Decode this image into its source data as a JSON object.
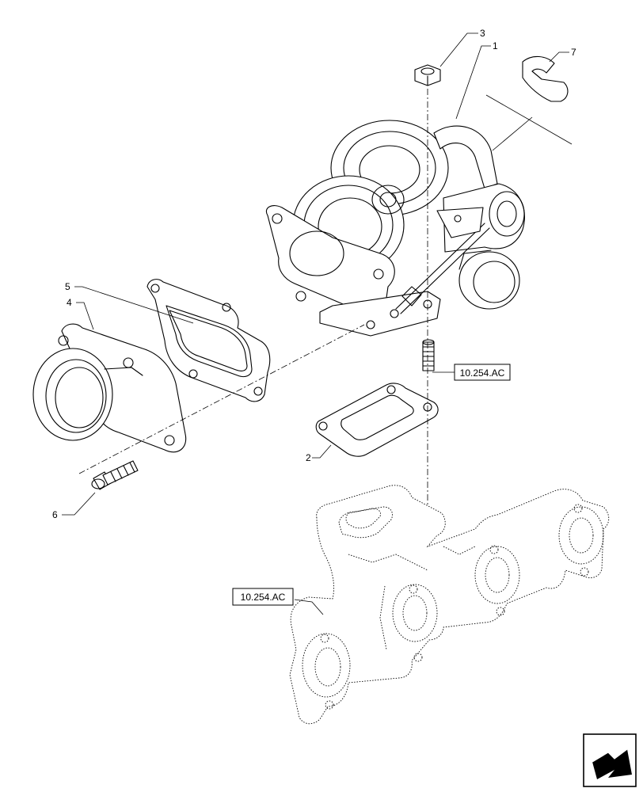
{
  "callouts": [
    {
      "id": "c1",
      "number": "1"
    },
    {
      "id": "c2",
      "number": "2"
    },
    {
      "id": "c3",
      "number": "3"
    },
    {
      "id": "c4",
      "number": "4"
    },
    {
      "id": "c5",
      "number": "5"
    },
    {
      "id": "c6",
      "number": "6"
    },
    {
      "id": "c7",
      "number": "7"
    }
  ],
  "references": [
    {
      "id": "r1",
      "label": "10.254.AC"
    },
    {
      "id": "r2",
      "label": "10.254.AC"
    }
  ],
  "icons": {
    "navigation": "next-page-arrow-icon"
  }
}
